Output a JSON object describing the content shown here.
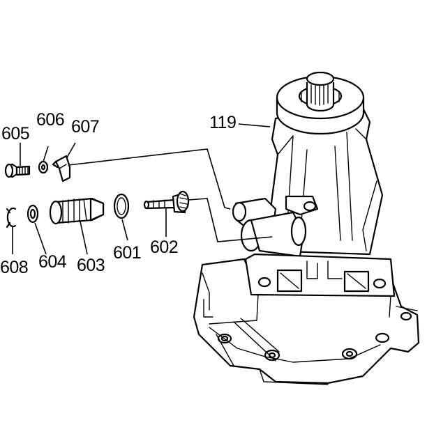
{
  "labels": {
    "housing": "119",
    "bolt": "605",
    "washer_small": "606",
    "clip": "607",
    "snap_ring": "608",
    "washer": "604",
    "sleeve": "603",
    "o_ring": "601",
    "driven_gear": "602"
  }
}
